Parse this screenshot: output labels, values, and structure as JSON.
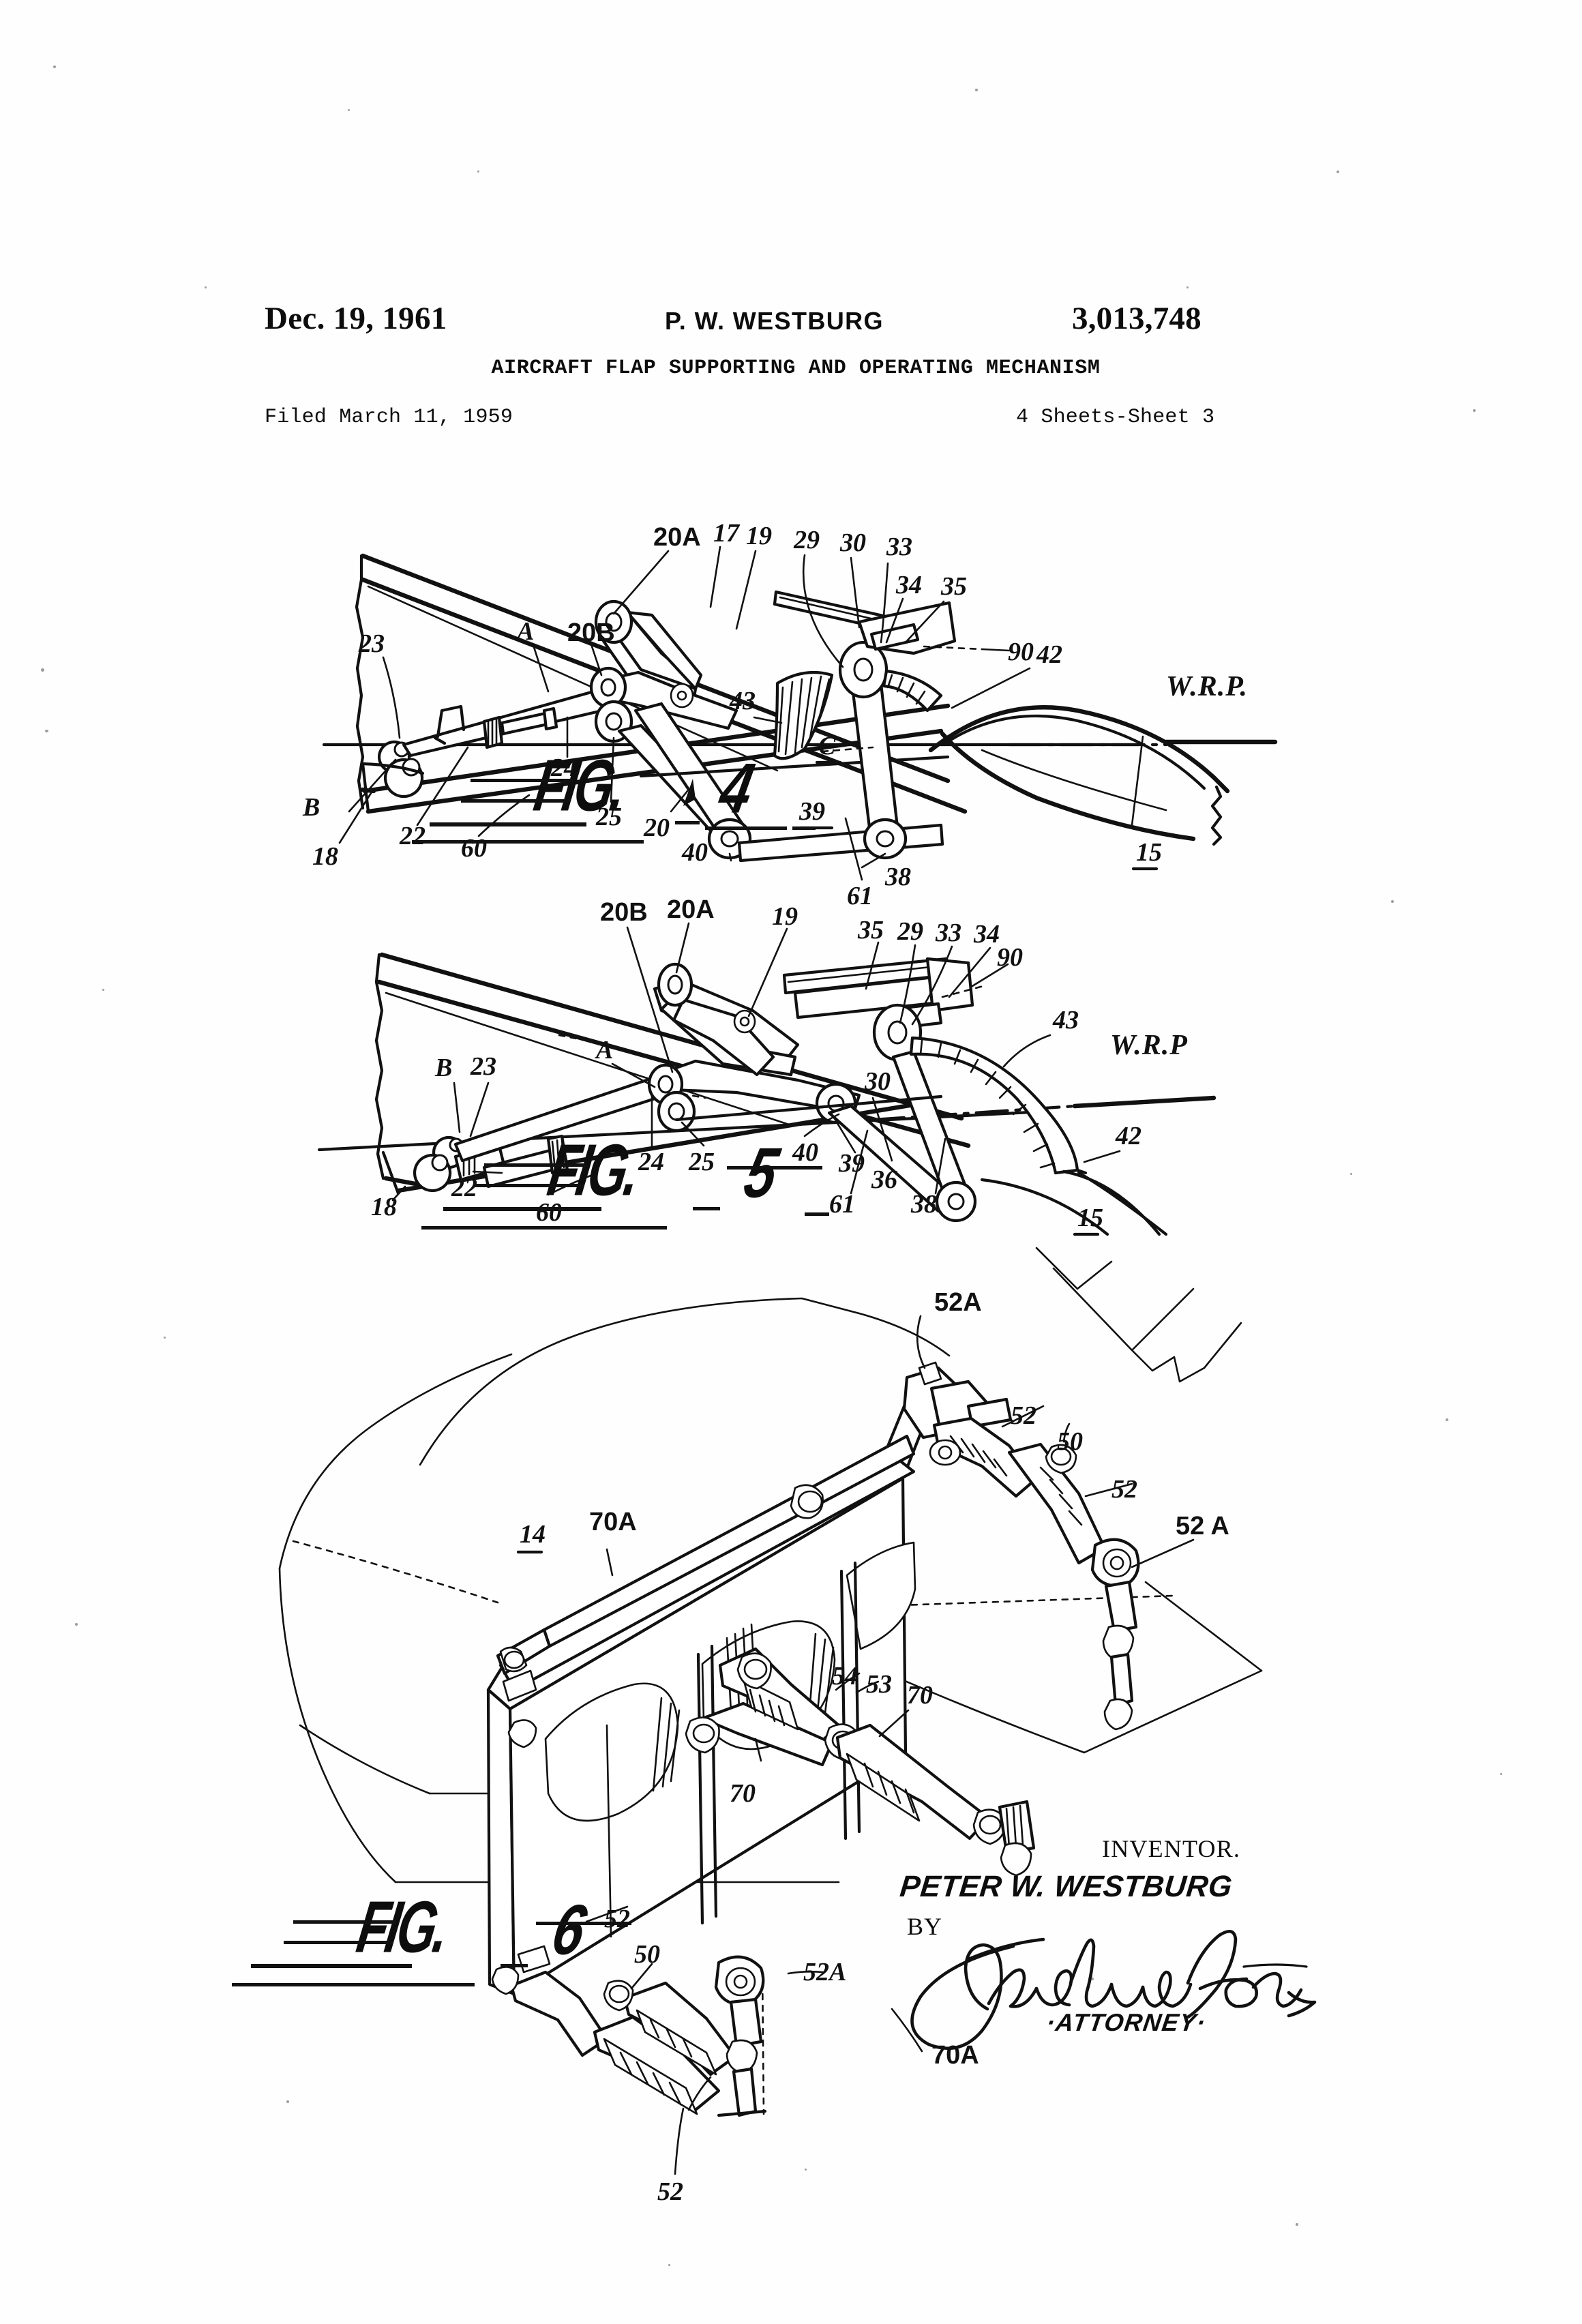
{
  "header": {
    "date": "Dec. 19, 1961",
    "inventor_line": "P. W. WESTBURG",
    "patent_number": "3,013,748",
    "title": "AIRCRAFT FLAP SUPPORTING AND OPERATING MECHANISM",
    "filed": "Filed March 11, 1959",
    "sheets": "4 Sheets-Sheet 3"
  },
  "figures": [
    {
      "id": "fig4",
      "caption_prefix": "FIG.",
      "caption_number": "4",
      "datum_label": "W.R.P.",
      "callouts": [
        "20A",
        "17",
        "19",
        "29",
        "30",
        "33",
        "34",
        "35",
        "20B",
        "A",
        "23",
        "24",
        "25",
        "20",
        "40",
        "39",
        "38",
        "61",
        "22",
        "60",
        "18",
        "B",
        "43",
        "C",
        "90",
        "42",
        "15"
      ]
    },
    {
      "id": "fig5",
      "caption_prefix": "FIG.",
      "caption_number": "5",
      "datum_label": "W.R.P",
      "callouts": [
        "20B",
        "20A",
        "19",
        "35",
        "29",
        "33",
        "34",
        "90",
        "43",
        "30",
        "B",
        "23",
        "A",
        "24",
        "25",
        "40",
        "39",
        "36",
        "61",
        "38",
        "22",
        "60",
        "18",
        "42",
        "15"
      ]
    },
    {
      "id": "fig6",
      "caption_prefix": "FIG.",
      "caption_number": "6",
      "callouts": [
        "52A",
        "52",
        "50",
        "52",
        "52A",
        "14",
        "70A",
        "54",
        "53",
        "70",
        "70",
        "52",
        "50",
        "52A",
        "52",
        "70A"
      ]
    }
  ],
  "fig4_labels": {
    "l20A": "20A",
    "l17": "17",
    "l19": "19",
    "l29": "29",
    "l30": "30",
    "l33": "33",
    "l34": "34",
    "l35": "35",
    "l20B": "20B",
    "lA": "A",
    "l23": "23",
    "l24": "24",
    "l25": "25",
    "l20": "20",
    "l40": "40",
    "l39": "39",
    "l38": "38",
    "l61": "61",
    "l22": "22",
    "l60": "60",
    "l18": "18",
    "lB": "B",
    "l43": "43",
    "lC": "C",
    "l90": "90",
    "l42": "42",
    "l15": "15",
    "wrp": "W.R.P."
  },
  "fig5_labels": {
    "l20B": "20B",
    "l20A": "20A",
    "l19": "19",
    "l35": "35",
    "l29": "29",
    "l33": "33",
    "l34": "34",
    "l90": "90",
    "l43": "43",
    "l30": "30",
    "lB": "B",
    "l23": "23",
    "lA": "A",
    "l24": "24",
    "l25": "25",
    "l40": "40",
    "l39": "39",
    "l36": "36",
    "l61": "61",
    "l38": "38",
    "l22": "22",
    "l60": "60",
    "l18": "18",
    "l42": "42",
    "l15": "15",
    "wrp": "W.R.P"
  },
  "fig6_labels": {
    "l52A_top": "52A",
    "l52_top": "52",
    "l50_top": "50",
    "l52_mid": "52",
    "l52A_right": "52 A",
    "l14": "14",
    "l70A_top": "70A",
    "l54": "54",
    "l53": "53",
    "l70_right": "70",
    "l70_center": "70",
    "l52_low": "52",
    "l50_low": "50",
    "l52A_low": "52A",
    "l52_bottom": "52",
    "l70A_low": "70A"
  },
  "captions": {
    "fig4_prefix": "FIG.",
    "fig4_num": "4",
    "fig5_prefix": "FIG.",
    "fig5_num": "5",
    "fig6_prefix": "FIG.",
    "fig6_num": "6"
  },
  "signature": {
    "inventor_word": "INVENTOR.",
    "inventor_name": "PETER W. WESTBURG",
    "by_word": "BY",
    "attorney_word": "·ATTORNEY·",
    "attorney_signature": "Godwin Coates"
  },
  "colors": {
    "ink": "#111111",
    "paper": "#fefefe"
  }
}
